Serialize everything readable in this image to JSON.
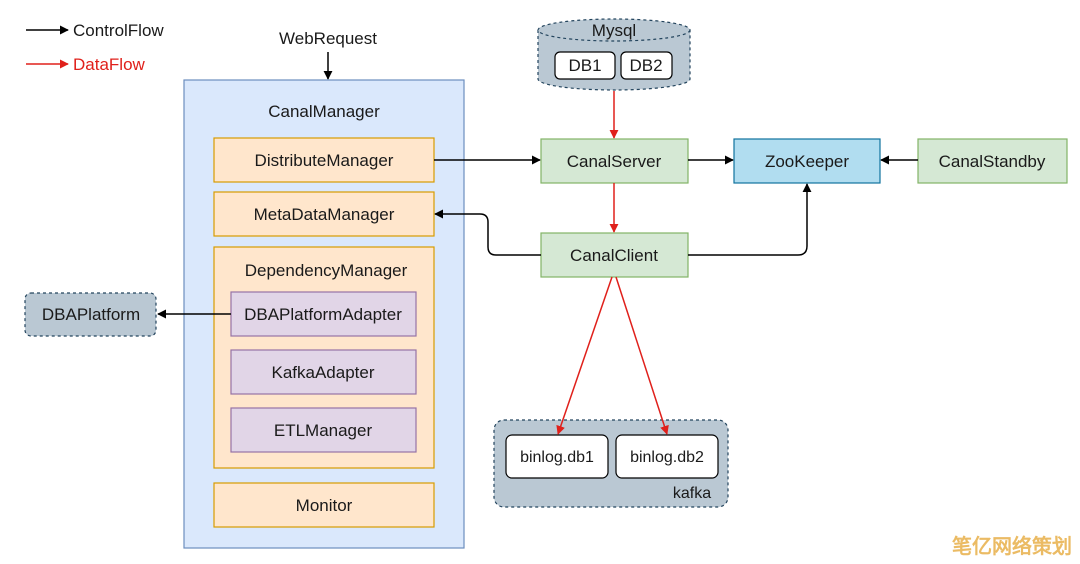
{
  "legend": {
    "control_flow": "ControlFlow",
    "data_flow": "DataFlow"
  },
  "web_request": "WebRequest",
  "canal_manager": {
    "title": "CanalManager",
    "distribute_manager": "DistributeManager",
    "metadata_manager": "MetaDataManager",
    "dependency_manager": {
      "title": "DependencyManager",
      "dba_platform_adapter": "DBAPlatformAdapter",
      "kafka_adapter": "KafkaAdapter",
      "etl_manager": "ETLManager"
    },
    "monitor": "Monitor"
  },
  "dba_platform": "DBAPlatform",
  "mysql": {
    "title": "Mysql",
    "db1": "DB1",
    "db2": "DB2"
  },
  "canal_server": "CanalServer",
  "zookeeper": "ZooKeeper",
  "canal_standby": "CanalStandby",
  "canal_client": "CanalClient",
  "kafka": {
    "title": "kafka",
    "binlog_db1": "binlog.db1",
    "binlog_db2": "binlog.db2"
  },
  "watermark": "笔亿网络策划",
  "colors": {
    "control": "#000000",
    "data": "#e0201b",
    "manager_fill": "#dae8fc",
    "manager_stroke": "#6c8ebf",
    "orange_fill": "#ffe6cc",
    "orange_stroke": "#d79b00",
    "purple_fill": "#e1d5e7",
    "purple_stroke": "#9673a6",
    "green_fill": "#d5e8d4",
    "green_stroke": "#82b366",
    "blue_fill": "#b1ddf0",
    "blue_stroke": "#10739e",
    "gray_fill": "#bac8d3",
    "gray_stroke": "#23445d"
  }
}
